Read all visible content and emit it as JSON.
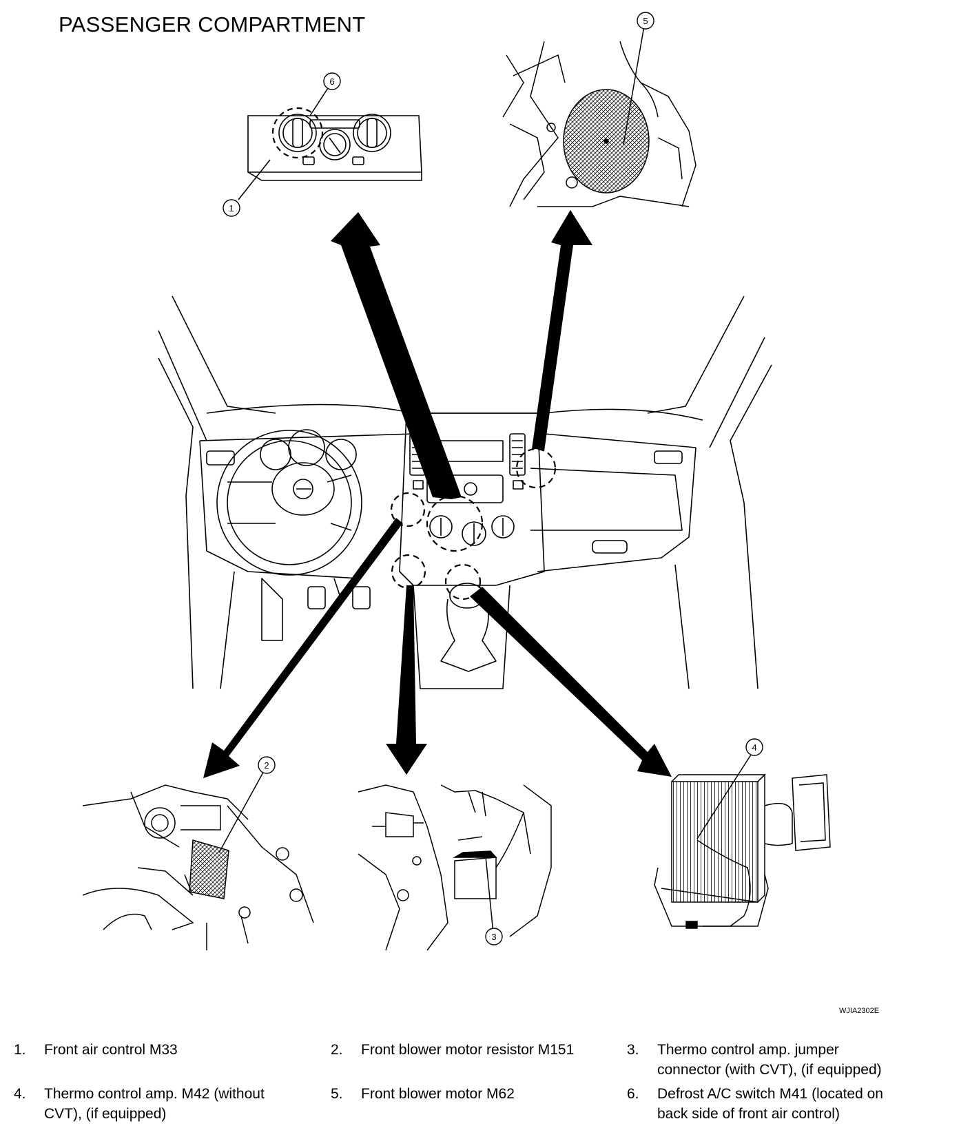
{
  "title": "PASSENGER COMPARTMENT",
  "reference_code": "WJIA2302E",
  "callouts": [
    "1",
    "2",
    "3",
    "4",
    "5",
    "6"
  ],
  "legend": [
    {
      "num": "1.",
      "text": "Front air control M33"
    },
    {
      "num": "2.",
      "text": "Front blower motor resistor M151"
    },
    {
      "num": "3.",
      "text": "Thermo control amp. jumper connector (with CVT), (if equipped)"
    },
    {
      "num": "4.",
      "text": "Thermo control amp. M42 (without CVT), (if equipped)"
    },
    {
      "num": "5.",
      "text": "Front blower motor M62"
    },
    {
      "num": "6.",
      "text": "Defrost A/C switch M41 (located on back side of front air control)"
    }
  ]
}
